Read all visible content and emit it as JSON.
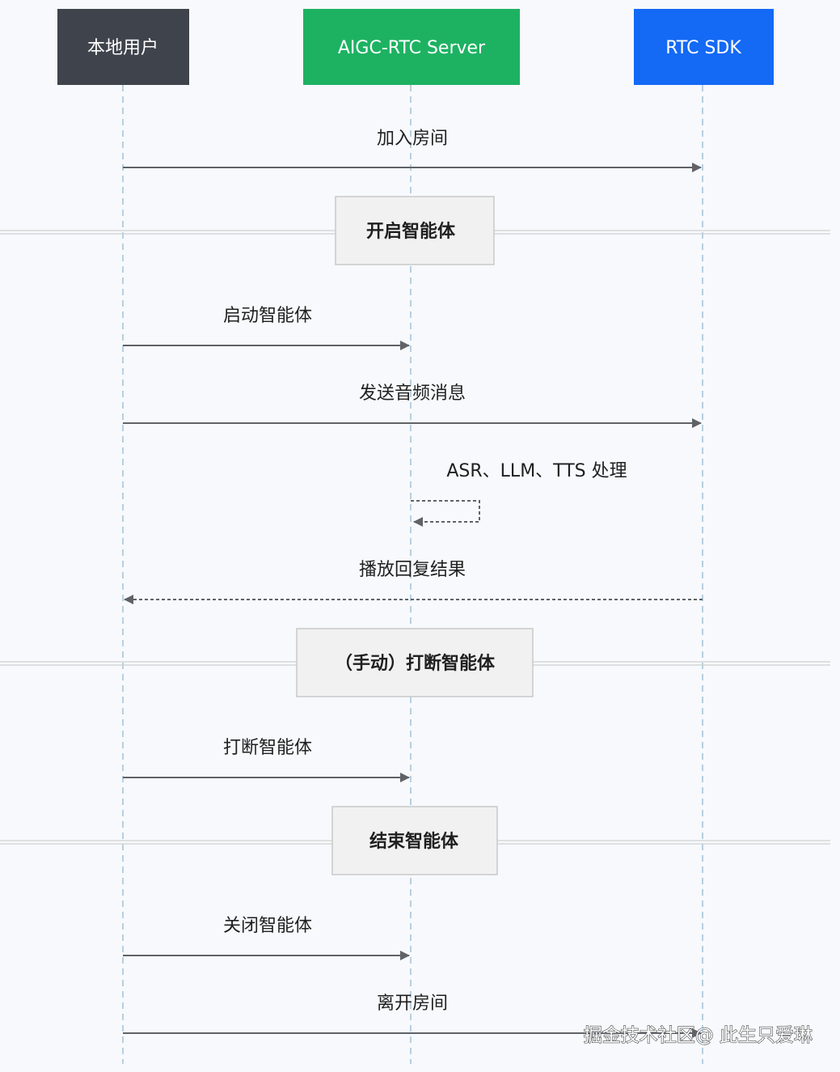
{
  "actors": [
    {
      "id": "local-user",
      "label": "本地用户",
      "color": "#3f434b"
    },
    {
      "id": "aigc-rtc-server",
      "label": "AIGC-RTC Server",
      "color": "#1db262"
    },
    {
      "id": "rtc-sdk",
      "label": "RTC SDK",
      "color": "#1469f5"
    }
  ],
  "sections": [
    {
      "label": "开启智能体"
    },
    {
      "label": "（手动）打断智能体"
    },
    {
      "label": "结束智能体"
    }
  ],
  "messages": [
    {
      "label": "加入房间"
    },
    {
      "label": "启动智能体"
    },
    {
      "label": "发送音频消息"
    },
    {
      "label": "ASR、LLM、TTS 处理"
    },
    {
      "label": "播放回复结果"
    },
    {
      "label": "打断智能体"
    },
    {
      "label": "关闭智能体"
    },
    {
      "label": "离开房间"
    }
  ],
  "colors": {
    "lifeline": "#8fb3cc",
    "arrow": "#5f6368",
    "section_fill": "#f1f1f1",
    "section_border": "#c9c9c9",
    "section_divider": "#d0d0d0"
  },
  "watermark": "掘金技术社区@ 此生只爱琳"
}
